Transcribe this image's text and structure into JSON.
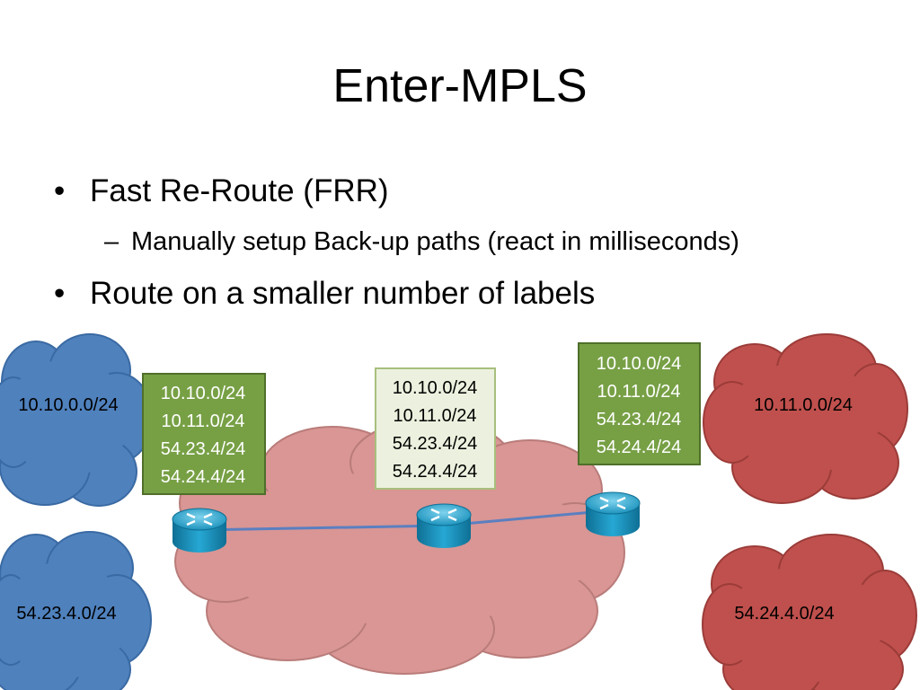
{
  "slide": {
    "title": "Enter-MPLS",
    "bullets": [
      {
        "marker": "•",
        "text": "Fast Re-Route (FRR)",
        "sub": {
          "marker": "–",
          "text": "Manually setup Back-up paths (react in milliseconds)"
        }
      },
      {
        "marker": "•",
        "text": "Route on a smaller number of labels"
      }
    ]
  },
  "diagram": {
    "colors": {
      "blue_cloud": "#4f81bd",
      "red_cloud": "#c0504d",
      "core_cloud": "#d99694",
      "green_box": "#77a045",
      "light_box": "#ebf1de",
      "router": "#1ea0c9"
    },
    "networks": {
      "blue_top": "10.10.0.0/24",
      "blue_bottom": "54.23.4.0/24",
      "red_top": "10.11.0.0/24",
      "red_bottom": "54.24.4.0/24"
    },
    "tables": {
      "left": [
        "10.10.0/24",
        "10.11.0/24",
        "54.23.4/24",
        "54.24.4/24"
      ],
      "middle": [
        "10.10.0/24",
        "10.11.0/24",
        "54.23.4/24",
        "54.24.4/24"
      ],
      "right": [
        "10.10.0/24",
        "10.11.0/24",
        "54.23.4/24",
        "54.24.4/24"
      ]
    },
    "routers": [
      "router",
      "router",
      "router"
    ]
  }
}
